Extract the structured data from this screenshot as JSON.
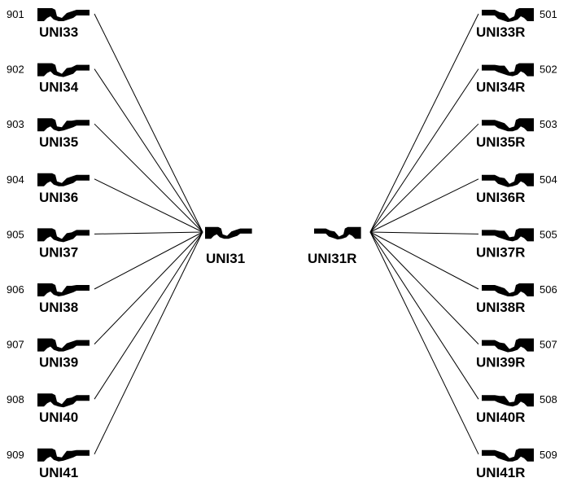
{
  "left_hub": {
    "name": "UNI31",
    "icon": "key-profile-icon"
  },
  "right_hub": {
    "name": "UNI31R",
    "icon": "key-profile-icon"
  },
  "left_keys": [
    {
      "num": "901",
      "name": "UNI33"
    },
    {
      "num": "902",
      "name": "UNI34"
    },
    {
      "num": "903",
      "name": "UNI35"
    },
    {
      "num": "904",
      "name": "UNI36"
    },
    {
      "num": "905",
      "name": "UNI37"
    },
    {
      "num": "906",
      "name": "UNI38"
    },
    {
      "num": "907",
      "name": "UNI39"
    },
    {
      "num": "908",
      "name": "UNI40"
    },
    {
      "num": "909",
      "name": "UNI41"
    }
  ],
  "right_keys": [
    {
      "num": "501",
      "name": "UNI33R"
    },
    {
      "num": "502",
      "name": "UNI34R"
    },
    {
      "num": "503",
      "name": "UNI35R"
    },
    {
      "num": "504",
      "name": "UNI36R"
    },
    {
      "num": "505",
      "name": "UNI37R"
    },
    {
      "num": "506",
      "name": "UNI38R"
    },
    {
      "num": "507",
      "name": "UNI39R"
    },
    {
      "num": "508",
      "name": "UNI40R"
    },
    {
      "num": "509",
      "name": "UNI41R"
    }
  ]
}
